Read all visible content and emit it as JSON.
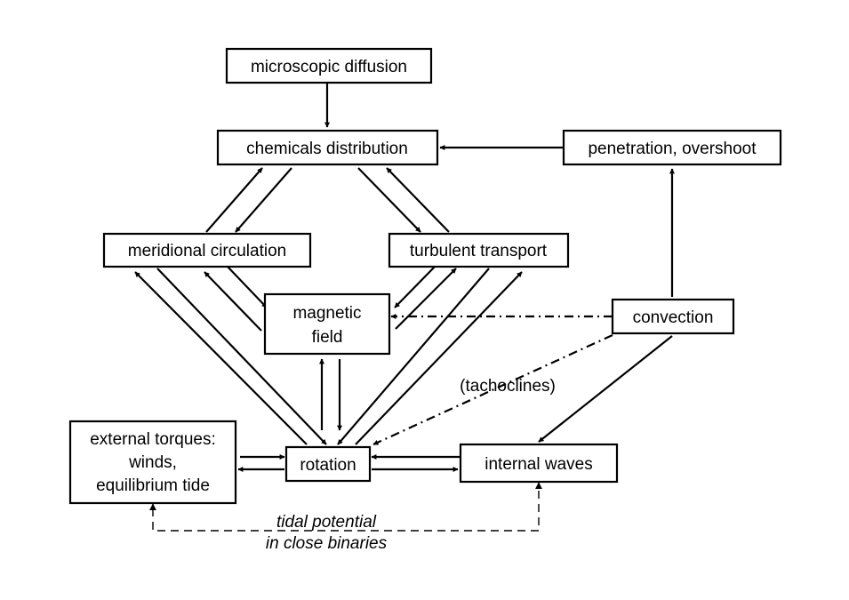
{
  "nodes": {
    "microscopic_diffusion": "microscopic diffusion",
    "chemicals_distribution": "chemicals distribution",
    "penetration_overshoot": "penetration, overshoot",
    "meridional_circulation": "meridional circulation",
    "turbulent_transport": "turbulent transport",
    "magnetic_field": [
      "magnetic",
      "field"
    ],
    "convection": "convection",
    "external_torques": [
      "external torques:",
      "winds,",
      "equilibrium tide"
    ],
    "rotation": "rotation",
    "internal_waves": "internal waves"
  },
  "annotations": {
    "tachoclines": "(tachoclines)",
    "tidal_potential": [
      "tidal potential",
      "in close binaries"
    ]
  }
}
